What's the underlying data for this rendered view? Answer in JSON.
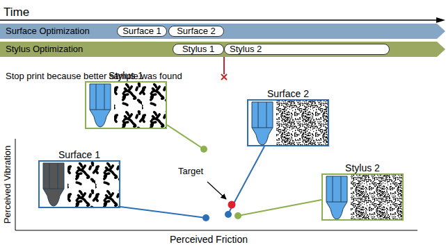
{
  "diagram": {
    "nodes": [
      {
        "text": [
          "Surface Optimization"
        ]
      },
      {
        "text": [
          "Surface 1"
        ],
        "in": 0
      },
      {
        "text": [
          "Surface 2"
        ],
        "in": 0
      },
      {
        "text": [
          "Stylus Optimization"
        ]
      },
      {
        "text": [
          "Stylus 1"
        ],
        "in": 3
      },
      {
        "text": [
          "Stylus 2"
        ],
        "in": 3
      },
      {
        "text": [
          "Stylus 1"
        ]
      },
      {
        "text": [
          "Surface 2"
        ]
      },
      {
        "text": [
          "Surface 1"
        ]
      },
      {
        "text": [
          "Stylus 2"
        ]
      }
    ],
    "labels": [
      "Time",
      "Stop print because better sample was found",
      "Target",
      "Perceived Vibration",
      "Perceived Friction"
    ]
  }
}
